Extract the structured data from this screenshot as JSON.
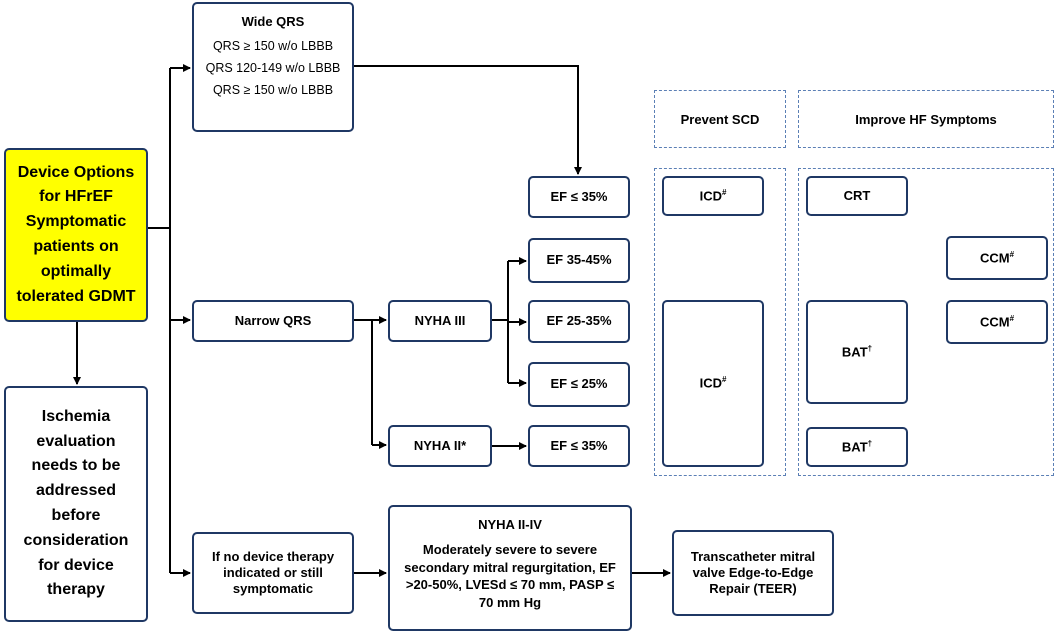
{
  "start": {
    "label": "Device Options for HFrEF Symptomatic patients on optimally tolerated GDMT"
  },
  "ischemia": {
    "label": "Ischemia evaluation needs to be addressed before consideration for device therapy"
  },
  "wide_qrs": {
    "title": "Wide QRS",
    "rows": [
      "QRS ≥ 150 w/o LBBB",
      "QRS 120-149 w/o LBBB",
      "QRS ≥ 150 w/o LBBB"
    ]
  },
  "narrow_qrs": {
    "label": "Narrow QRS"
  },
  "nyha_iii": {
    "label": "NYHA III"
  },
  "nyha_ii": {
    "label": "NYHA II*"
  },
  "ef": {
    "le35_top": "EF ≤ 35%",
    "r35_45": "EF 35-45%",
    "r25_35": "EF 25-35%",
    "le25": "EF ≤ 25%",
    "le35_bottom": "EF ≤ 35%"
  },
  "no_device": {
    "label": "If no device therapy indicated or still symptomatic"
  },
  "mr_box": {
    "title": "NYHA II-IV",
    "body": "Moderately severe to severe secondary mitral regurgitation, EF >20-50%, LVESd ≤ 70 mm, PASP ≤ 70 mm Hg"
  },
  "teer": {
    "label": "Transcatheter mitral valve Edge-to-Edge Repair (TEER)"
  },
  "headers": {
    "prevent_scd": "Prevent SCD",
    "improve_hf": "Improve HF Symptoms"
  },
  "devices": {
    "icd": "ICD",
    "icd_mark": "#",
    "crt": "CRT",
    "ccm": "CCM",
    "ccm_mark": "#",
    "bat": "BAT",
    "bat_mark": "†"
  }
}
